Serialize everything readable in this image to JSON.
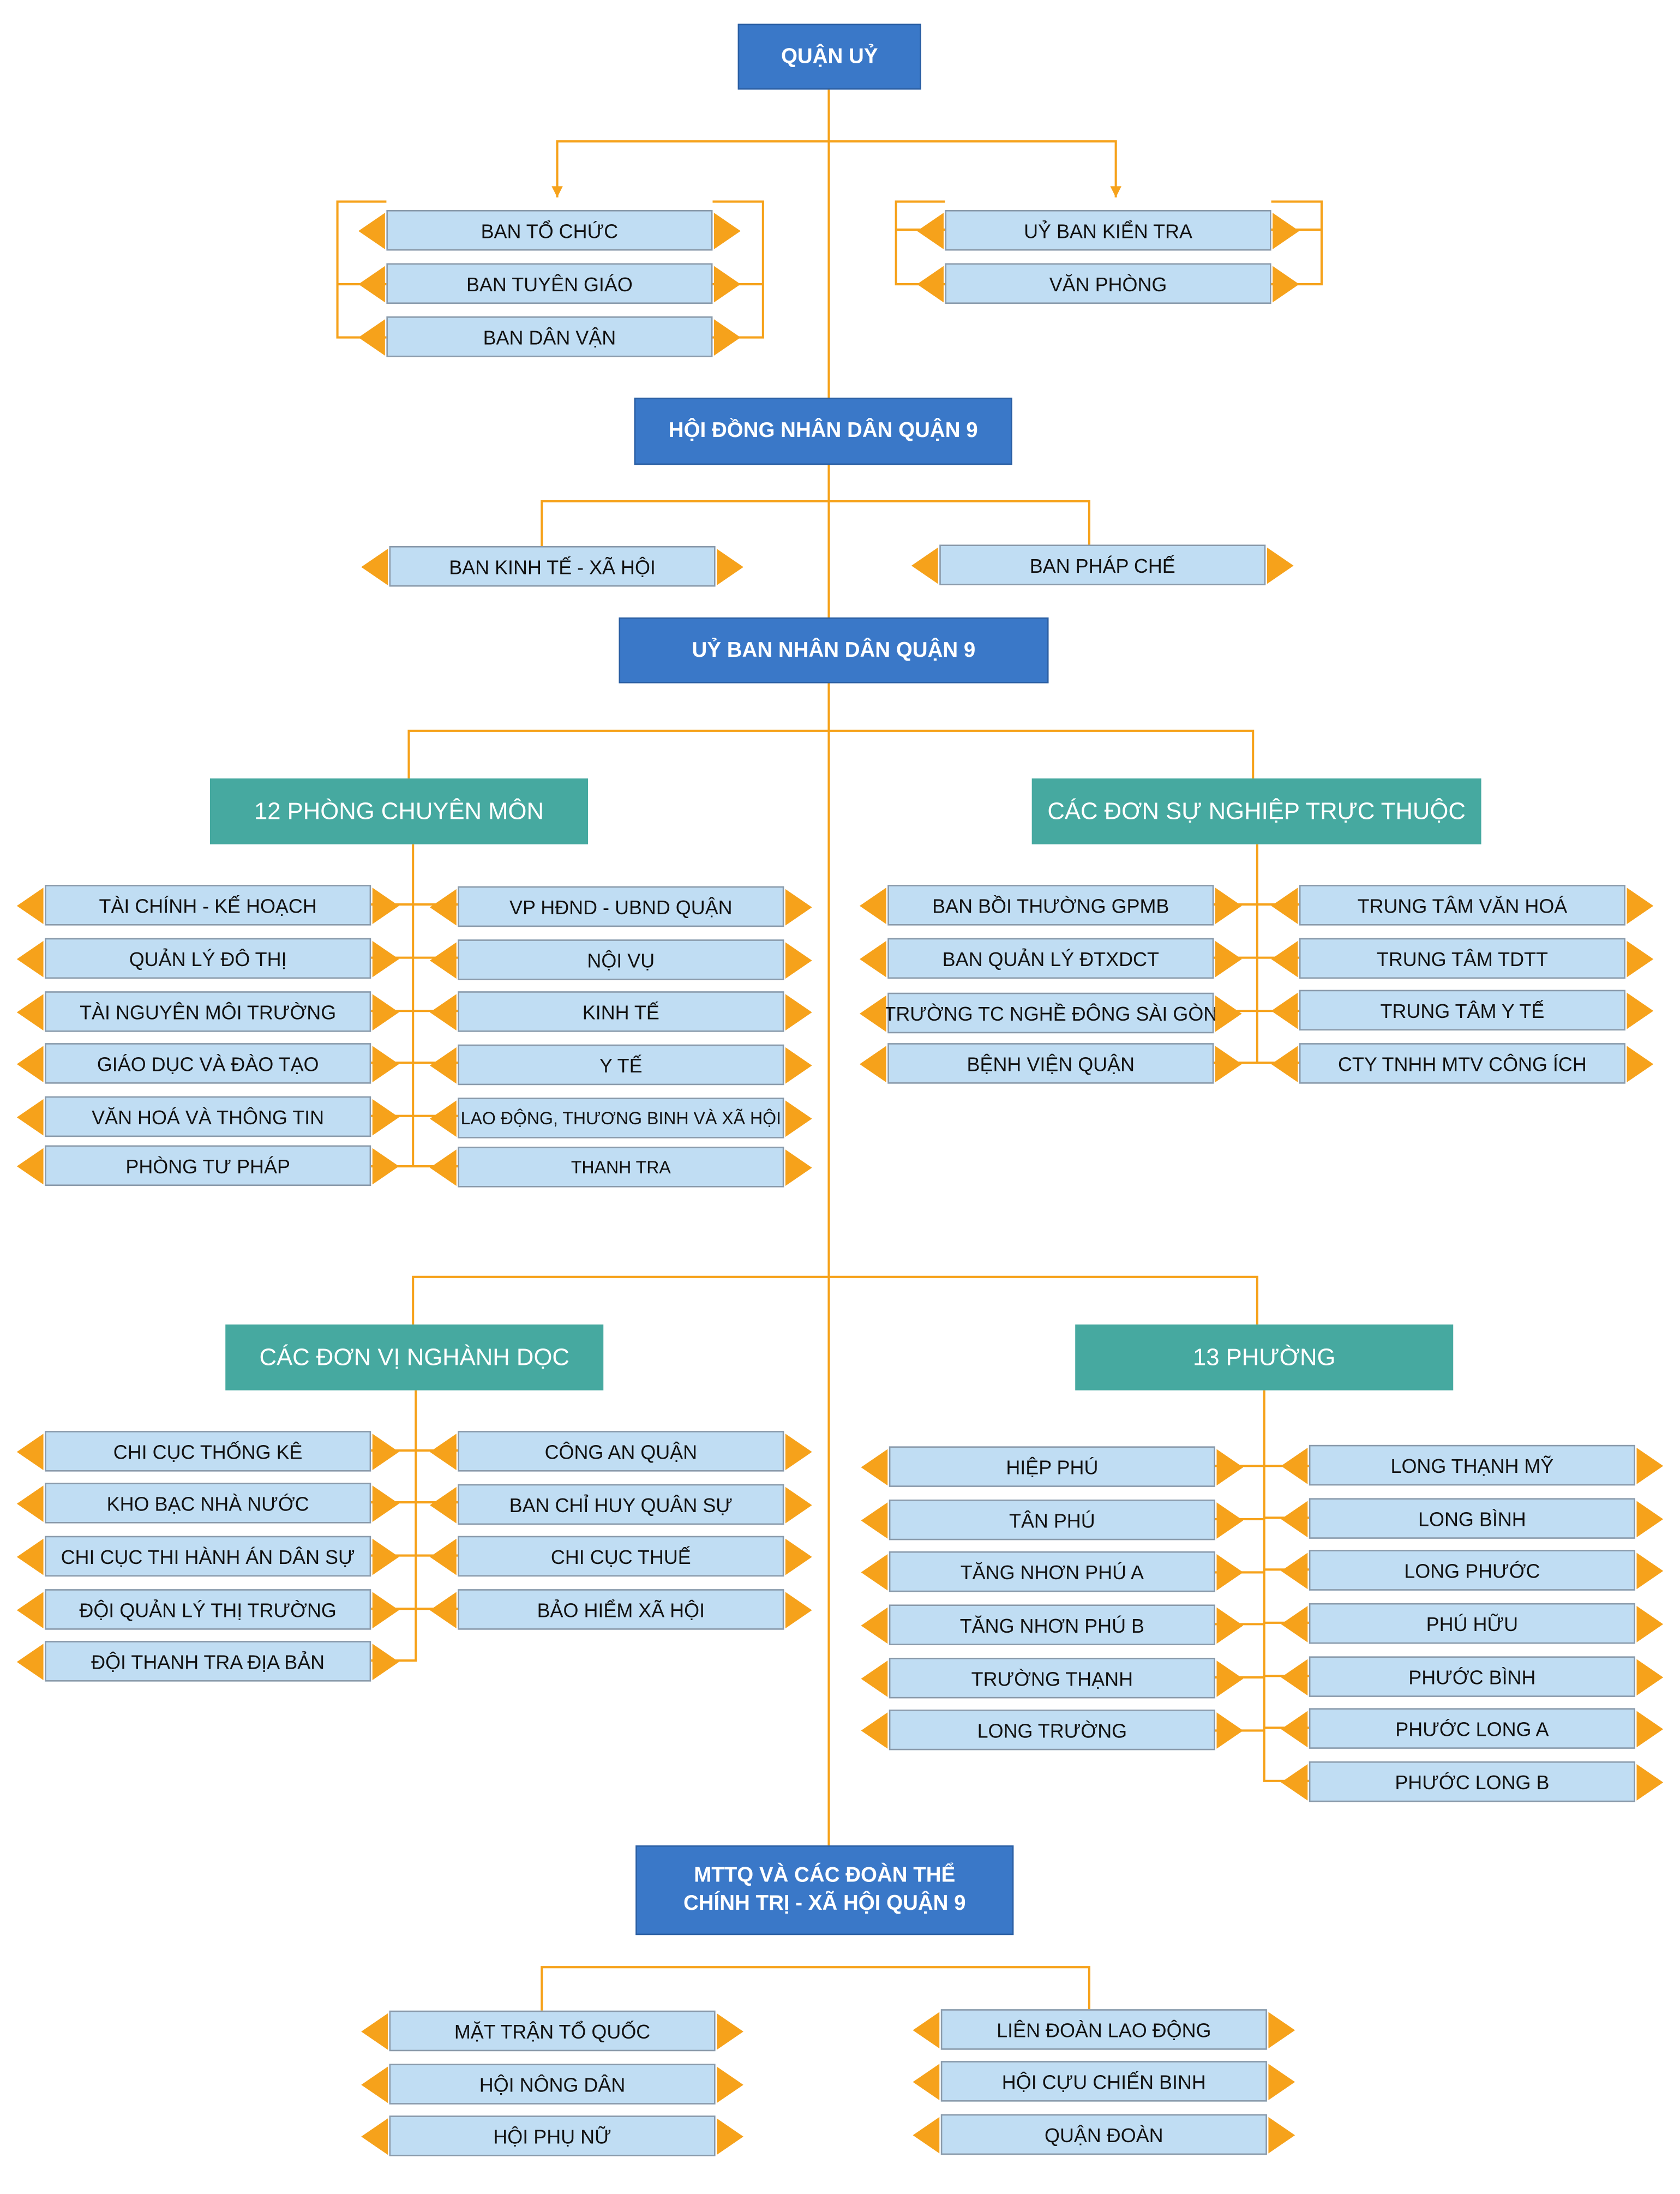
{
  "top": {
    "label": "QUẬN UỶ"
  },
  "party_boards": {
    "left": [
      "BAN TỔ CHỨC",
      "BAN TUYÊN GIÁO",
      "BAN DÂN VẬN"
    ],
    "right": [
      "UỶ BAN KIỂN TRA",
      "VĂN PHÒNG"
    ]
  },
  "council": {
    "label": "HỘI ĐỒNG NHÂN DÂN QUẬN 9",
    "boards": [
      "BAN KINH TẾ - XÃ HỘI",
      "BAN PHÁP CHẾ"
    ]
  },
  "committee": {
    "label": "UỶ BAN NHÂN DÂN QUẬN 9"
  },
  "departments": {
    "title": "12 PHÒNG CHUYÊN MÔN",
    "left": [
      "TÀI CHÍNH - KẾ HOẠCH",
      "QUẢN LÝ ĐÔ THỊ",
      "TÀI NGUYÊN MÔI TRƯỜNG",
      "GIÁO DỤC VÀ ĐÀO TẠO",
      "VĂN HOÁ VÀ THÔNG TIN",
      "PHÒNG TƯ PHÁP"
    ],
    "right": [
      "VP HĐND - UBND QUẬN",
      "NỘI VỤ",
      "KINH TẾ",
      "Y TẾ",
      "LAO ĐỘNG, THƯƠNG BINH VÀ XÃ HỘI",
      "THANH TRA"
    ]
  },
  "public_units": {
    "title": "CÁC ĐƠN SỰ NGHIỆP TRỰC THUỘC",
    "left": [
      "BAN BỒI THƯỜNG GPMB",
      "BAN QUẢN LÝ ĐTXDCT",
      "TRƯỜNG TC NGHỀ ĐÔNG SÀI GÒN",
      "BỆNH VIỆN QUẬN"
    ],
    "right": [
      "TRUNG TÂM VĂN HOÁ",
      "TRUNG TÂM TDTT",
      "TRUNG TÂM Y TẾ",
      "CTY TNHH MTV CÔNG ÍCH"
    ]
  },
  "vertical_units": {
    "title": "CÁC ĐƠN VỊ NGHÀNH DỌC",
    "left": [
      "CHI CỤC THỐNG KÊ",
      "KHO BẠC NHÀ NƯỚC",
      "CHI CỤC THI HÀNH ÁN DÂN SỰ",
      "ĐỘI QUẢN LÝ THỊ TRƯỜNG",
      "ĐỘI THANH TRA ĐỊA BẢN"
    ],
    "right": [
      "CÔNG AN QUẬN",
      "BAN CHỈ HUY QUÂN SỰ",
      "CHI CỤC THUẾ",
      "BẢO HIỂM XÃ HỘI"
    ]
  },
  "wards": {
    "title": "13 PHƯỜNG",
    "left": [
      "HIỆP PHÚ",
      "TÂN PHÚ",
      "TĂNG NHƠN PHÚ A",
      "TĂNG NHƠN PHÚ B",
      "TRƯỜNG THẠNH",
      "LONG TRƯỜNG"
    ],
    "right": [
      "LONG THẠNH MỸ",
      "LONG BÌNH",
      "LONG PHƯỚC",
      "PHÚ HỮU",
      "PHƯỚC BÌNH",
      "PHƯỚC LONG A",
      "PHƯỚC LONG B"
    ]
  },
  "front": {
    "line1": "MTTQ VÀ CÁC ĐOÀN THỂ",
    "line2": "CHÍNH TRỊ - XÃ HỘI QUẬN 9",
    "left": [
      "MẶT TRẬN TỔ QUỐC",
      "HỘI NÔNG DÂN",
      "HỘI PHỤ NỮ"
    ],
    "right": [
      "LIÊN ĐOÀN LAO ĐỘNG",
      "HỘI CỰU CHIẾN BINH",
      "QUẬN ĐOÀN"
    ]
  },
  "colors": {
    "line": "#f6a21b",
    "header": "#3a78c8",
    "category": "#46a9a0",
    "item": "#c0ddf3"
  }
}
